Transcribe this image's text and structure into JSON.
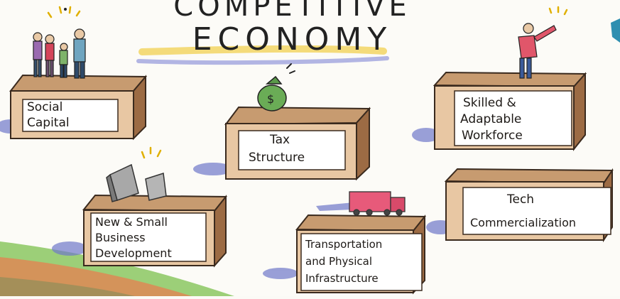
{
  "title": {
    "line1": "COMPETITIVE",
    "line2": "ECONOMY"
  },
  "blocks": [
    {
      "id": "social-capital",
      "lines": [
        "Social",
        "Capital"
      ]
    },
    {
      "id": "tax-structure",
      "lines": [
        "Tax",
        "Structure"
      ]
    },
    {
      "id": "skilled-workforce",
      "lines": [
        "Skilled &",
        "Adaptable",
        "Workforce"
      ]
    },
    {
      "id": "new-small-business",
      "lines": [
        "New & Small",
        "Business",
        "Development"
      ]
    },
    {
      "id": "transportation",
      "lines": [
        "Transportation",
        "and Physical",
        "Infrastructure"
      ]
    },
    {
      "id": "tech-commercialization",
      "lines": [
        "Tech",
        "Commercialization"
      ]
    }
  ],
  "money_bag_symbol": "$",
  "colors": {
    "box_top": "#c79b70",
    "box_front": "#e8c7a3",
    "box_side": "#9c6b44",
    "label_fill": "#ffffff",
    "shadow_blue": "#6f78c9",
    "road_green": "#8fc76a",
    "road_brown": "#c9884e"
  }
}
